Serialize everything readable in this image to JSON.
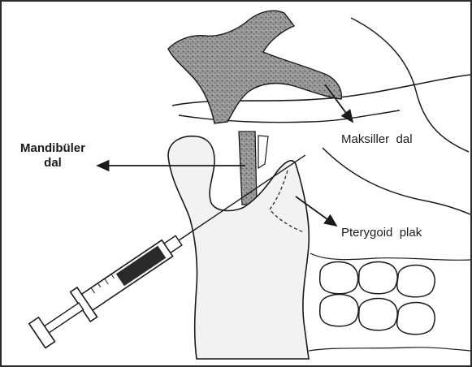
{
  "labels": {
    "mandibuler_line1": "Mandibüler",
    "mandibuler_line2": "dal",
    "maksiller": "Maksiller  dal",
    "pterygoid": "Pterygoid  plak"
  },
  "colors": {
    "line": "#1a1a1a",
    "bone_fill": "#f2f2f2",
    "nerve_fill": "#8c8c8c",
    "frame": "#2b2b2b"
  },
  "icons": [
    "syringe-icon",
    "arrow-icon"
  ]
}
